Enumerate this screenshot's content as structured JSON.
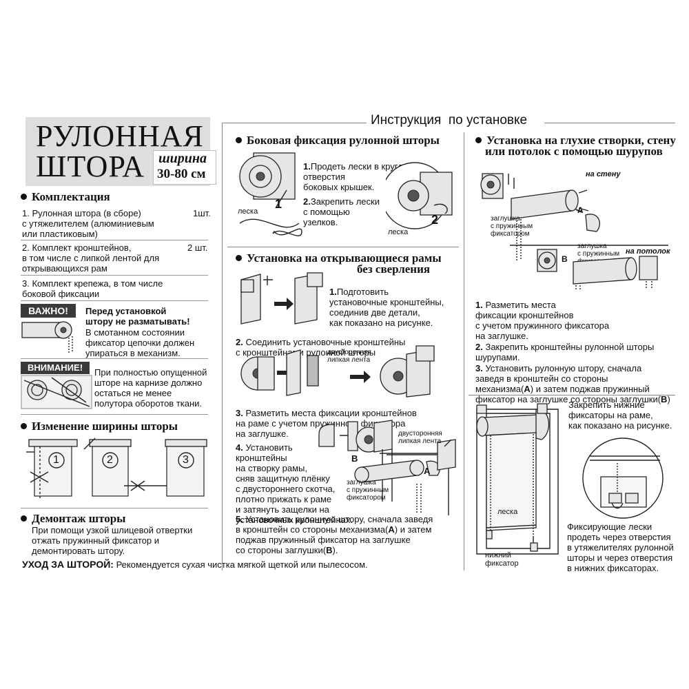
{
  "header": {
    "title": "Инструкция  по установке"
  },
  "product": {
    "title_line1": "РУЛОННАЯ",
    "title_line2": "ШТОРА",
    "width_label": "ширина",
    "width_value": "30-80 см"
  },
  "kit": {
    "heading": "Комплектация",
    "items": [
      {
        "text": "1. Рулонная штора (в сборе)\n    с утяжелителем (алюминиевым\n    или пластиковым)",
        "qty": "1шт."
      },
      {
        "text": "2. Комплект кронштейнов,\n    в том числе с липкой лентой для\n    открывающихся рам",
        "qty": "2 шт."
      },
      {
        "text": "3. Комплект крепежа, в том числе\n    боковой фиксации",
        "qty": ""
      }
    ]
  },
  "important": {
    "badge": "ВАЖНО!",
    "bold": "Перед установкой\nштору не разматывать!",
    "text": "В смотанном состоянии\nфиксатор цепочки должен\nупираться в механизм."
  },
  "attention": {
    "badge": "ВНИМАНИЕ!",
    "text": "При полностью опущенной\nшторе на карнизе должно\nостаться не менее\nполутора оборотов ткани."
  },
  "width_change": {
    "heading": "Изменение ширины шторы",
    "steps": [
      "1",
      "2",
      "3"
    ]
  },
  "dismount": {
    "heading": "Демонтаж шторы",
    "text": "При помощи узкой шлицевой отвертки\nотжать пружинный фиксатор и\nдемонтировать штору."
  },
  "care": {
    "label": "УХОД ЗА ШТОРОЙ:",
    "text": "Рекомендуется сухая чистка мягкой щеткой или пылесосом."
  },
  "side_fix": {
    "heading": "Боковая фиксация рулонной шторы",
    "step1_num": "1.",
    "step1": "Продеть лески в круглые\nотверстия\nбоковых крышек.",
    "step2_num": "2.",
    "step2": "Закрепить лески\nс помощью\nузелков.",
    "label_line": "леска",
    "label_line2": "леска",
    "fig1": "1",
    "fig2": "2"
  },
  "open_frames": {
    "heading1": "Установка на открывающиеся рамы",
    "heading2": "без сверления",
    "step1_num": "1.",
    "step1": "Подготовить\nустановочные кронштейны,\nсоединив две детали,\nкак показано на рисунке.",
    "step2_num": "2.",
    "step2": "Соединить установочные кронштейны\nс кронштейнами рулонной шторы",
    "tape1": "двусторонняя\nлипкая лента",
    "step3_num": "3.",
    "step3": "Разметить места фиксации кронштейнов\nна раме с учетом пружинного фиксатора\nна заглушке.",
    "step4_num": "4.",
    "step4": "Установить\nкронштейны\nна створку рамы,\nсняв защитную плёнку\nс двустороннего скотча,\nплотно прижать к раме\nи затянуть защелки на\nустановочных кронштейнах.",
    "tape2": "двусторонняя\nлипкая лента",
    "plug": "заглушка\nс пружинным\nфиксатором",
    "letter_a": "A",
    "letter_b": "B",
    "step5_num": "5.",
    "step5a": "Установить рулонную штору, сначала заведя",
    "step5b": "в кронштейн со стороны механизма(",
    "step5b_a": "A",
    "step5b_end": ") и затем",
    "step5c": "поджав пружинный фиксатор на заглушке",
    "step5d": "со стороны заглушки(",
    "step5d_b": "B",
    "step5d_end": ")."
  },
  "blind_sash": {
    "heading1": "Установка на глухие створки, стену",
    "heading2": "или потолок с помощью шурупов",
    "on_wall": "на стену",
    "on_ceiling": "на потолок",
    "plug1": "заглушка\nс пружинным\nфиксатором",
    "plug2": "заглушка\nс пружинным\nфиксатором",
    "letter_a": "A",
    "letter_b": "B",
    "step1_num": "1.",
    "step1": "Разметить места\nфиксации кронштейнов\nс учетом пружинного фиксатора\nна заглушке.",
    "step2_num": "2.",
    "step2": "Закрепить кронштейны рулонной шторы\nшурупами.",
    "step3_num": "3.",
    "step3a": "Установить рулонную штору, сначала\nзаведя в кронштейн со стороны\nмеханизма(",
    "step3_a": "A",
    "step3b": ") и затем поджав пружинный\nфиксатор на заглушке со стороны заглушки(",
    "step3_b": "B",
    "step3c": ")"
  },
  "bottom_fix": {
    "text1": "Закрепить нижние\nфиксаторы на раме,\nкак показано на рисунке.",
    "line_label": "леска",
    "lower_fix": "нижний\nфиксатор",
    "text2": "Фиксирующие лески\nпродеть через отверстия\nв утяжелителях рулонной\nшторы и через отверстия\nв нижних фиксаторах."
  }
}
